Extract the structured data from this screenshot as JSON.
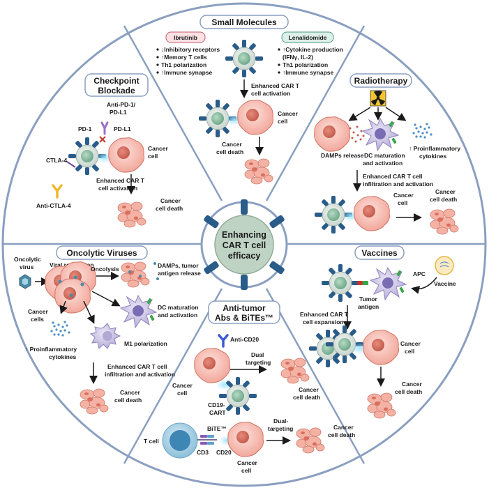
{
  "center": {
    "line1": "Enhancing",
    "line2": "CAR T cell",
    "line3": "efficacy"
  },
  "small_molecules": {
    "title": "Small Molecules",
    "drug1": "Ibrutinib",
    "drug1_effects": [
      "↓Inhibitory receptors",
      "↑Memory T cells",
      "Th1 polarization",
      "↑Immune synapse"
    ],
    "drug2": "Lenalidomide",
    "drug2_effects": [
      "↑Cytokine production",
      "(IFNγ, IL-2)",
      "Th1 polarization",
      "↑Immune synapse"
    ],
    "result1": "Enhanced CAR T",
    "result2": "cell activation",
    "cancer1": "Cancer",
    "cancer2": "cell",
    "death1": "Cancer",
    "death2": "cell death"
  },
  "checkpoint": {
    "title1": "Checkpoint",
    "title2": "Blockade",
    "anti_pd1a": "Anti-PD-1/",
    "anti_pd1b": "PD-L1",
    "pd1": "PD-1",
    "pdl1": "PD-L1",
    "ctla4": "CTLA-4",
    "cancer1": "Cancer",
    "cancer2": "cell",
    "result1": "Enhanced CAR T",
    "result2": "cell activation",
    "anti_ctla4": "Anti-CTLA-4",
    "death1": "Cancer",
    "death2": "cell death"
  },
  "radiotherapy": {
    "title": "Radiotherapy",
    "damps": "DAMPs release",
    "dc1": "DC maturation",
    "dc2": "and activation",
    "cyto1": "↑ Proinflammatory",
    "cyto2": "cytokines",
    "result1": "Enhanced CAR T cell",
    "result2": "infiltration and activation",
    "cancer1": "Cancer",
    "cancer2": "cell",
    "death1": "Cancer",
    "death2": "cell death"
  },
  "oncolytic": {
    "title": "Oncolytic Viruses",
    "virus1": "Oncolytic",
    "virus2": "virus",
    "replication": "Viral replication",
    "oncolysis": "Oncolysis",
    "damps1": "DAMPs, tumor",
    "damps2": "antigen release",
    "cancer1": "Cancer",
    "cancer2": "cells",
    "dc1": "DC maturation",
    "dc2": "and activation",
    "m1": "M1 polarization",
    "cyto1": "↑ Proinflammatory",
    "cyto2": "cytokines",
    "result1": "Enhanced CAR T cell",
    "result2": "infiltration and activation",
    "death1": "Cancer",
    "death2": "cell death"
  },
  "antitumor": {
    "title1": "Anti-tumor",
    "title2": "Abs & BiTEs™",
    "anticd20": "Anti-CD20",
    "dual1a": "Dual",
    "dual1b": "targeting",
    "cancer_l1": "Cancer",
    "cancer_l2": "cell",
    "death1a": "Cancer",
    "death1b": "cell death",
    "cd19a": "CD19-",
    "cd19b": "CART",
    "tcell": "T cell",
    "bite": "BiTE™",
    "cd3": "CD3",
    "cd20": "CD20",
    "dual2a": "Dual-",
    "dual2b": "targeting",
    "cancer_b1": "Cancer",
    "cancer_b2": "cell",
    "death2a": "Cancer",
    "death2b": "cell death"
  },
  "vaccines": {
    "title": "Vaccines",
    "apc": "APC",
    "vaccine": "Vaccine",
    "antigen1": "Tumor",
    "antigen2": "antigen",
    "result1": "Enhanced CAR T",
    "result2": "cell expansion",
    "cancer1": "Cancer",
    "cancer2": "cell",
    "death1": "Cancer",
    "death2": "cell death"
  }
}
